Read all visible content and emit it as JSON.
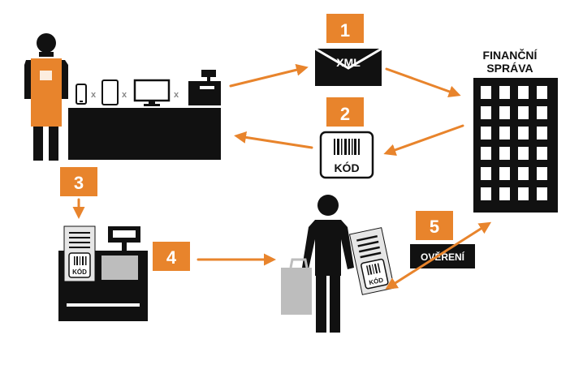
{
  "colors": {
    "accent": "#E8842C",
    "ink": "#111111",
    "paper": "#E6E6E6",
    "bag": "#BDBDBD",
    "white": "#FFFFFF"
  },
  "steps": [
    {
      "number": "1",
      "label": "XML",
      "icon": "envelope-icon"
    },
    {
      "number": "2",
      "label": "KÓD",
      "icon": "barcode-icon"
    },
    {
      "number": "3",
      "label": "KÓD",
      "icon": "receipt-icon"
    },
    {
      "number": "4",
      "label": "",
      "icon": "arrow-icon"
    },
    {
      "number": "5",
      "label": "OVĚŘENÍ",
      "icon": "verification-badge"
    }
  ],
  "authority": {
    "line1": "FINANČNÍ",
    "line2": "SPRÁVA",
    "icon": "office-building-icon"
  },
  "devices": {
    "separator": "x",
    "icons": [
      "smartphone-icon",
      "tablet-icon",
      "monitor-icon",
      "cash-register-icon"
    ]
  },
  "customer": {
    "receipt_label": "KÓD",
    "icons": [
      "customer-icon",
      "shopping-bag-icon",
      "receipt-icon"
    ]
  }
}
